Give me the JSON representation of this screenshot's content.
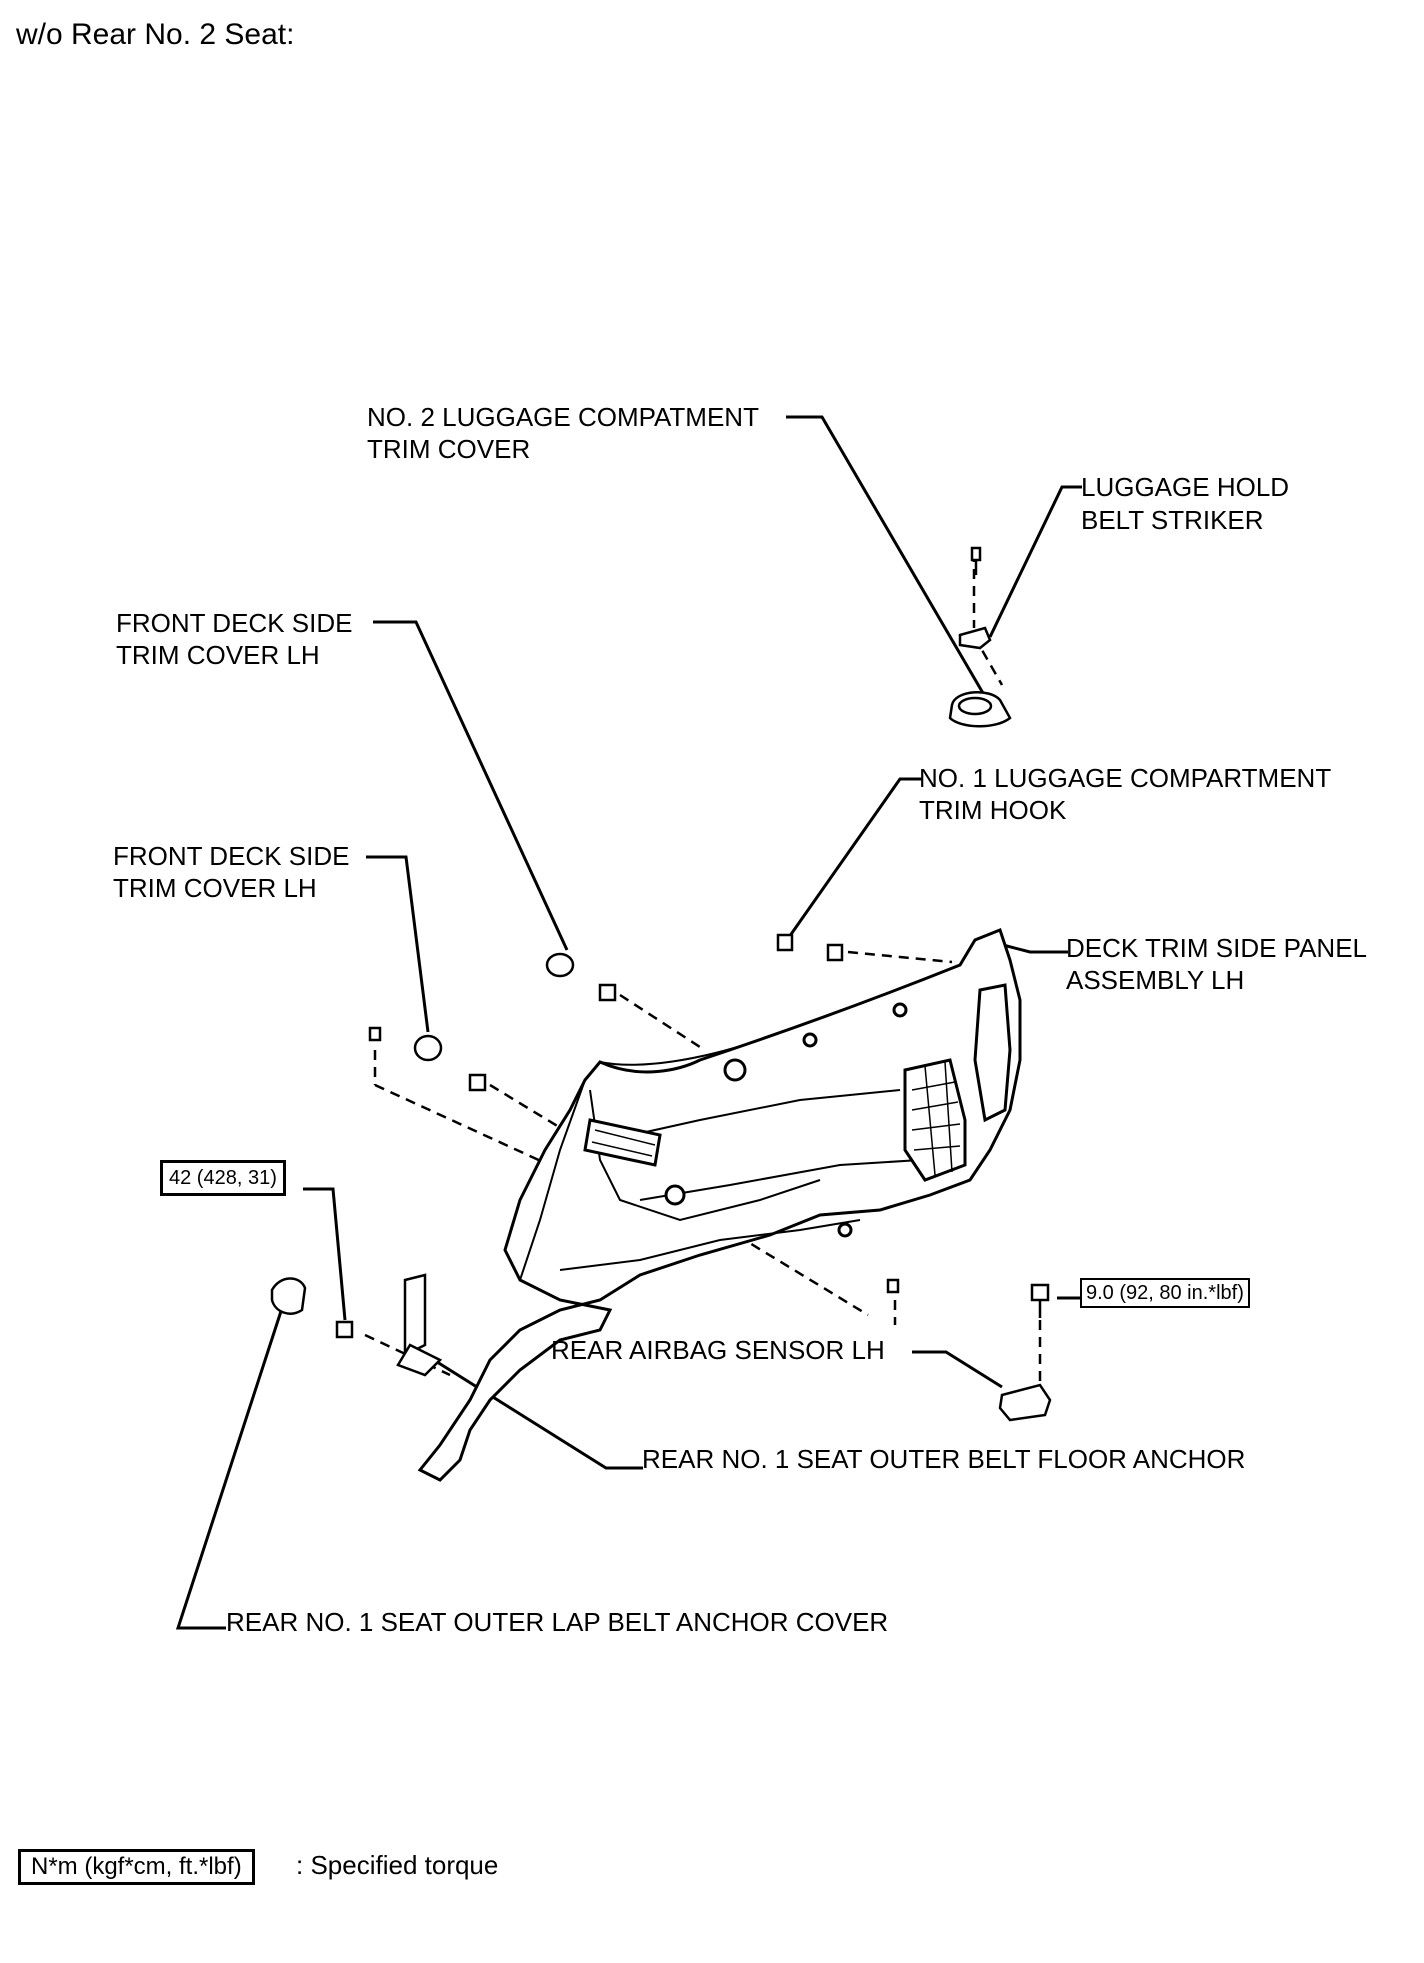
{
  "title": "w/o Rear No. 2 Seat:",
  "labels": {
    "no2_luggage_trim_cover": [
      "NO. 2 LUGGAGE COMPATMENT",
      "TRIM COVER"
    ],
    "luggage_hold_belt_striker": [
      "LUGGAGE HOLD",
      "BELT STRIKER"
    ],
    "front_deck_side_trim_cover_1": [
      "FRONT DECK SIDE",
      "TRIM COVER LH"
    ],
    "no1_luggage_trim_hook": [
      "NO. 1 LUGGAGE COMPARTMENT",
      "TRIM HOOK"
    ],
    "front_deck_side_trim_cover_2": [
      "FRONT DECK SIDE",
      "TRIM COVER LH"
    ],
    "deck_trim_side_panel": [
      "DECK TRIM SIDE PANEL",
      "ASSEMBLY LH"
    ],
    "rear_airbag_sensor": "REAR AIRBAG SENSOR LH",
    "floor_anchor": "REAR NO. 1 SEAT OUTER BELT FLOOR ANCHOR",
    "lap_belt_anchor_cover": "REAR NO. 1 SEAT OUTER LAP BELT ANCHOR COVER"
  },
  "torques": {
    "belt_anchor_bolt": "42 (428, 31)",
    "airbag_sensor_bolt": "9.0 (92, 80 in.*lbf)"
  },
  "legend": {
    "unit_box": "N*m (kgf*cm, ft.*lbf)",
    "description": ": Specified torque"
  }
}
